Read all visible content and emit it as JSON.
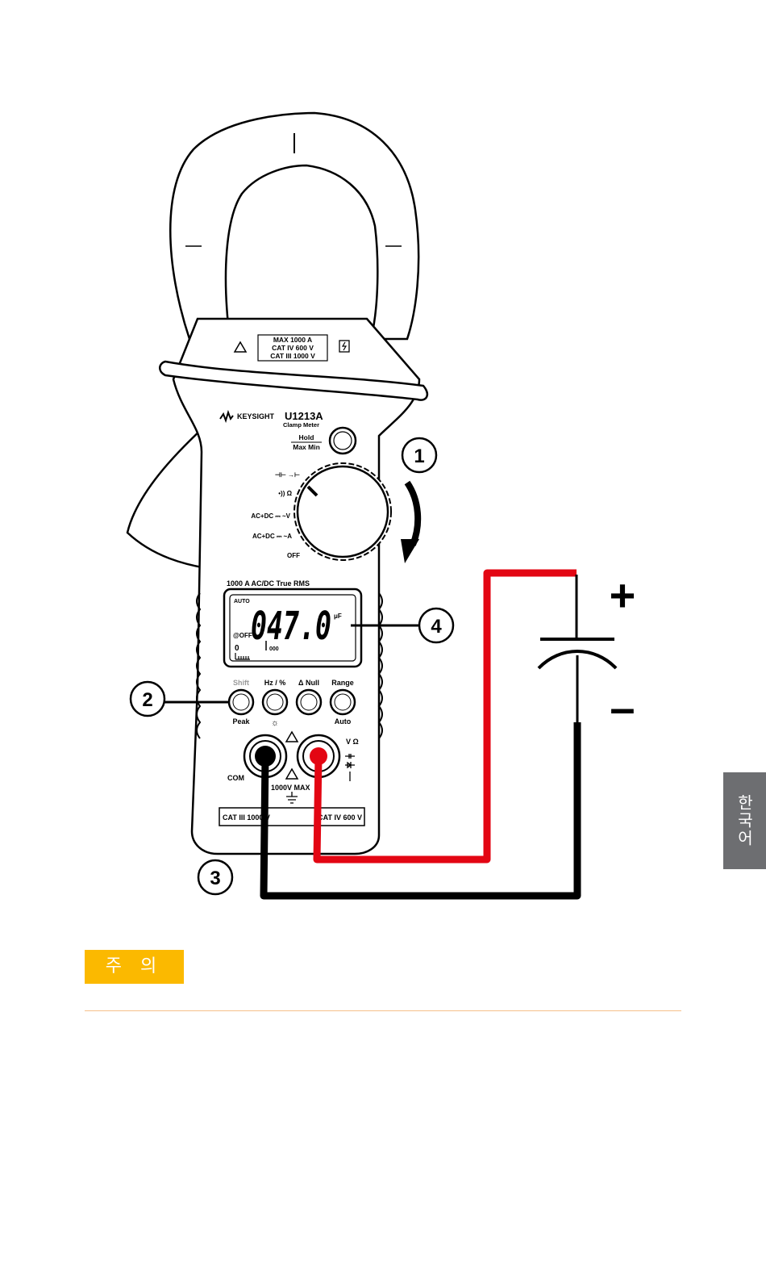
{
  "meter": {
    "brand": "KEYSIGHT",
    "model": "U1213A",
    "subtitle": "Clamp Meter",
    "hold_label": "Hold",
    "maxmin_label": "Max Min",
    "rating_line1": "MAX 1000 A",
    "rating_line2": "CAT IV 600 V",
    "rating_line3": "CAT III 1000 V",
    "rms_label": "1000 A AC/DC True RMS",
    "dial_labels": [
      "⊣⊢ →⊢",
      "•)) Ω",
      "AC+DC ⎓ ~V",
      "AC+DC ⎓ ~A",
      "OFF"
    ],
    "lcd": {
      "auto": "AUTO",
      "reading": "047.0",
      "unit": "μF",
      "apo": "@OFF",
      "bar_zero": "0",
      "bar_scale": "000"
    },
    "buttons": [
      {
        "top": "Shift",
        "bottom": "Peak"
      },
      {
        "top": "Hz / %",
        "bottom": "☼"
      },
      {
        "top": "Δ Null",
        "bottom": ""
      },
      {
        "top": "Range",
        "bottom": "Auto"
      }
    ],
    "com_label": "COM",
    "max_voltage": "1000V MAX",
    "cat_left": "CAT III 1000 V",
    "cat_right": "CAT IV 600 V",
    "terminal_symbols": "V Ω"
  },
  "callouts": [
    "1",
    "2",
    "3",
    "4"
  ],
  "capacitor": {
    "plus": "+",
    "minus": "–"
  },
  "caution_label": "주 의",
  "language_tab": "한국어",
  "colors": {
    "red_lead": "#e30613",
    "black_lead": "#000000",
    "caution": "#fbb900",
    "tab": "#6d6e71",
    "rule": "#f6c08a"
  }
}
